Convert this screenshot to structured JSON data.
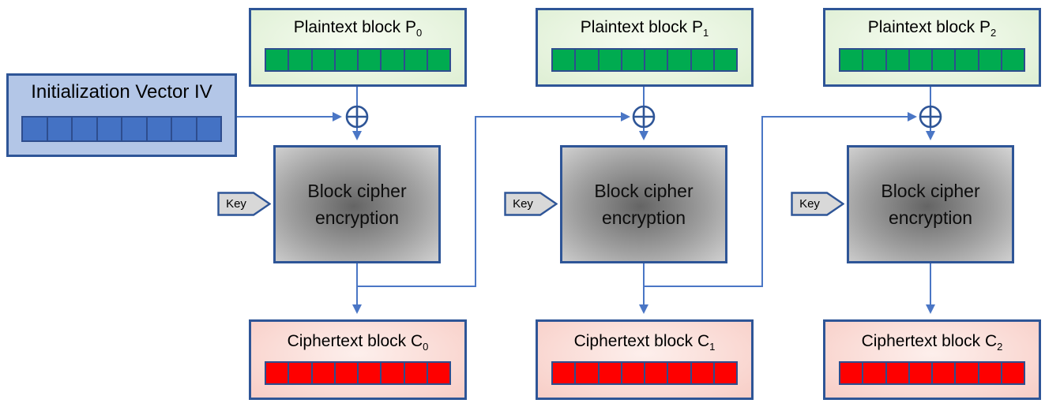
{
  "iv": {
    "label": "Initialization Vector IV",
    "cells": 8
  },
  "columns": [
    {
      "plaintext": {
        "label": "Plaintext block P",
        "sub": "0",
        "cells": 8
      },
      "key": {
        "label": "Key"
      },
      "cipher": {
        "line1": "Block cipher",
        "line2": "encryption"
      },
      "ciphertext": {
        "label": "Ciphertext block C",
        "sub": "0",
        "cells": 8
      }
    },
    {
      "plaintext": {
        "label": "Plaintext block P",
        "sub": "1",
        "cells": 8
      },
      "key": {
        "label": "Key"
      },
      "cipher": {
        "line1": "Block cipher",
        "line2": "encryption"
      },
      "ciphertext": {
        "label": "Ciphertext block C",
        "sub": "1",
        "cells": 8
      }
    },
    {
      "plaintext": {
        "label": "Plaintext block P",
        "sub": "2",
        "cells": 8
      },
      "key": {
        "label": "Key"
      },
      "cipher": {
        "line1": "Block cipher",
        "line2": "encryption"
      },
      "ciphertext": {
        "label": "Ciphertext block C",
        "sub": "2",
        "cells": 8
      }
    }
  ],
  "colors": {
    "box-border": "#2e5597",
    "cell-border": "#2e4d8e",
    "green-cell": "#00ab50",
    "green-bg-inner": "#f6fcf1",
    "green-bg-outer": "#e0f0d6",
    "blue-cell": "#4472c4",
    "iv-bg": "#b3c6e7",
    "red-cell": "#fe0000",
    "red-bg-inner": "#fdefec",
    "red-bg-outer": "#f8cfc8",
    "gray-inner": "#646464",
    "gray-outer": "#d4d4d4",
    "line": "#4a76c5",
    "xor-stroke": "#2e5597"
  }
}
